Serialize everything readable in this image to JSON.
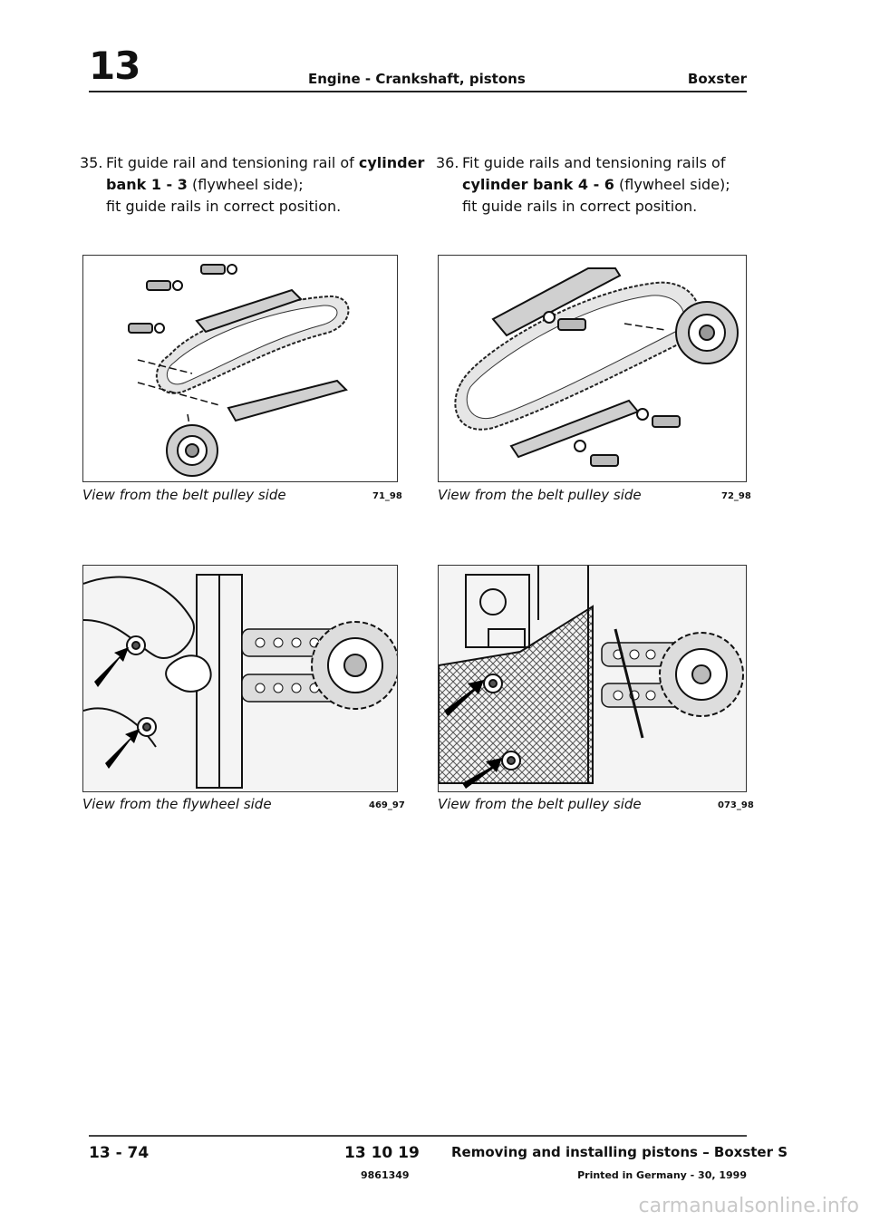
{
  "header": {
    "chapter": "13",
    "title": "Engine - Crankshaft, pistons",
    "model": "Boxster"
  },
  "steps": [
    {
      "number": "35.",
      "line1_a": "Fit guide rail and tensioning rail of ",
      "line1_b": "cylinder",
      "line2_a": "bank 1 - 3",
      "line2_b": " (flywheel side);",
      "line3": "fit guide rails in correct position."
    },
    {
      "number": "36.",
      "line1": "Fit guide rails and tensioning rails of",
      "line2_a": "cylinder bank 4 - 6",
      "line2_b": " (flywheel side);",
      "line3": "fit guide rails in correct position."
    }
  ],
  "figures": [
    {
      "caption": "View from the belt pulley side",
      "code": "71_98"
    },
    {
      "caption": "View from the belt pulley side",
      "code": "72_98"
    },
    {
      "caption": "View from the flywheel side",
      "code": "469_97"
    },
    {
      "caption": "View from the belt pulley side",
      "code": "073_98"
    }
  ],
  "footer": {
    "page": "13 - 74",
    "section_code": "13 10 19",
    "section_title": "Removing and installing pistons – Boxster S",
    "part_number": "9861349",
    "printed": "Printed in Germany - 30, 1999"
  },
  "watermark": "carmanualsonline.info"
}
